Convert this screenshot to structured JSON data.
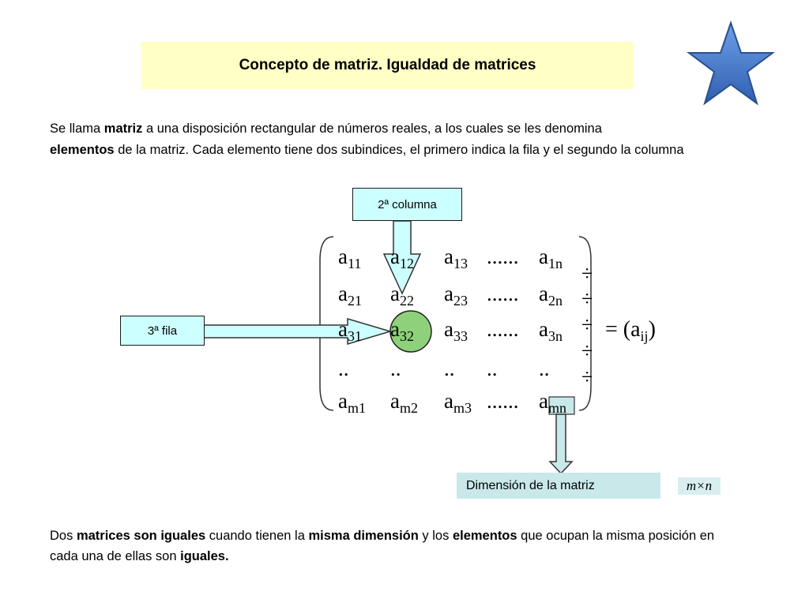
{
  "title": "Concepto de matriz. Igualdad de matrices",
  "intro": {
    "t1": "Se llama ",
    "b1": "matriz",
    "t2": " a una disposición rectangular de números reales, a los cuales se les denomina ",
    "b2": "elementos",
    "t3": " de la matriz. Cada elemento tiene dos subindices,  el primero indica la fila y el segundo la columna"
  },
  "labels": {
    "column": "2ª columna",
    "row": "3ª fila",
    "dimension": "Dimensión de la matriz",
    "mxn": "m×n"
  },
  "matrix": {
    "rows": [
      [
        [
          "a",
          "11"
        ],
        [
          "a",
          "12"
        ],
        [
          "a",
          "13"
        ],
        [
          "......",
          ""
        ],
        [
          "a",
          "1n"
        ]
      ],
      [
        [
          "a",
          "21"
        ],
        [
          "a",
          "22"
        ],
        [
          "a",
          "23"
        ],
        [
          "......",
          ""
        ],
        [
          "a",
          "2n"
        ]
      ],
      [
        [
          "a",
          "31"
        ],
        [
          "a",
          "32"
        ],
        [
          "a",
          "33"
        ],
        [
          "......",
          ""
        ],
        [
          "a",
          "3n"
        ]
      ],
      [
        [
          "..",
          ""
        ],
        [
          "..",
          ""
        ],
        [
          "..",
          ""
        ],
        [
          "..",
          ""
        ],
        [
          "..",
          ""
        ]
      ],
      [
        [
          "a",
          "m1"
        ],
        [
          "a",
          "m2"
        ],
        [
          "a",
          "m3"
        ],
        [
          "......",
          ""
        ],
        [
          "a",
          "mn"
        ]
      ]
    ],
    "separator": "÷",
    "equals": "= (a",
    "equals_sub": "ij",
    "equals_close": ")"
  },
  "outro": {
    "t1": "Dos ",
    "b1": "matrices son iguales",
    "t2": " cuando tienen la ",
    "b2": "misma dimensión",
    "t3": " y los ",
    "b3": "elementos",
    "t4": " que ocupan la misma posición en cada una de ellas son ",
    "b4": "iguales."
  },
  "colors": {
    "title_bg": "#ffffc6",
    "label_bg": "#ccffff",
    "dimension_bg": "#c9e8ea",
    "highlight_circle": "#8fd07a",
    "star": "#4a7fd0"
  }
}
